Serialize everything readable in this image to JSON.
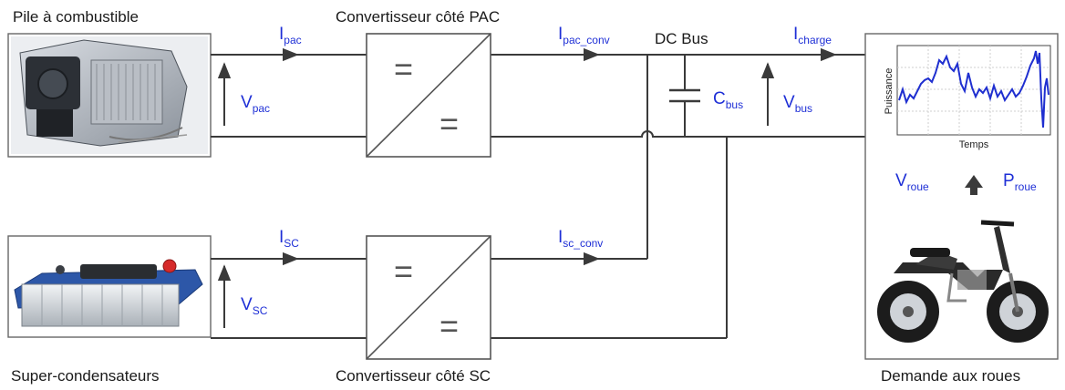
{
  "diagram": {
    "fuel_cell_title": "Pile à combustible",
    "supercap_title": "Super-condensateurs",
    "converter_pac_title": "Convertisseur côté PAC",
    "converter_sc_title": "Convertisseur côté SC",
    "dc_bus_title": "DC Bus",
    "demand_title": "Demande aux roues",
    "equal_symbol": "=",
    "currents": {
      "i_pac": {
        "main": "I",
        "sub": "pac"
      },
      "i_pac_conv": {
        "main": "I",
        "sub": "pac_conv"
      },
      "i_sc": {
        "main": "I",
        "sub": "SC"
      },
      "i_sc_conv": {
        "main": "I",
        "sub": "sc_conv"
      },
      "i_charge": {
        "main": "I",
        "sub": "charge"
      }
    },
    "voltages": {
      "v_pac": {
        "main": "V",
        "sub": "pac"
      },
      "v_sc": {
        "main": "V",
        "sub": "SC"
      },
      "v_bus": {
        "main": "V",
        "sub": "bus"
      },
      "c_bus": {
        "main": "C",
        "sub": "bus"
      }
    },
    "wheel": {
      "v_roue": {
        "main": "V",
        "sub": "roue"
      },
      "p_roue": {
        "main": "P",
        "sub": "roue"
      }
    },
    "mini_chart": {
      "ylabel": "Puissance",
      "xlabel": "Temps"
    },
    "colors": {
      "signal_label": "#1e2fd6",
      "wire": "#3a3a3a",
      "chart_line": "#1f2fd0"
    }
  }
}
